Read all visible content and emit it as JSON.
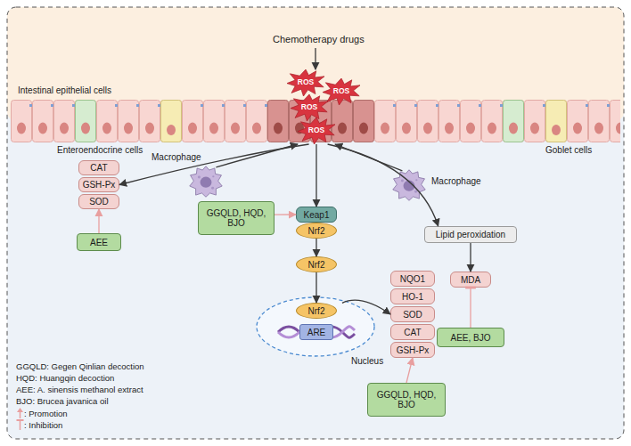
{
  "diagram": {
    "nodes": [
      {
        "text": [
          "ROS"
        ]
      },
      {
        "text": [
          "ROS"
        ]
      },
      {
        "text": [
          "ROS"
        ]
      },
      {
        "text": [
          "ROS"
        ]
      },
      {
        "text": [
          "Macrophage"
        ]
      },
      {
        "text": [
          "Macrophage"
        ]
      },
      {
        "text": [
          "CAT"
        ]
      },
      {
        "text": [
          "GSH-Px"
        ]
      },
      {
        "text": [
          "SOD"
        ]
      },
      {
        "text": [
          "AEE"
        ]
      },
      {
        "text": [
          "GGQLD, HQD, BJO"
        ]
      },
      {
        "text": [
          "Keap1"
        ]
      },
      {
        "text": [
          "Nrf2"
        ]
      },
      {
        "text": [
          "Lipid peroxidation"
        ]
      },
      {
        "text": [
          "MDA"
        ]
      },
      {
        "text": [
          "Nrf2"
        ]
      },
      {
        "text": [
          "AEE, BJO"
        ]
      },
      {
        "text": [
          "Nucleus"
        ]
      },
      {
        "text": [
          "Nrf2"
        ],
        "in": 17
      },
      {
        "text": [
          "ARE"
        ],
        "in": 17
      },
      {
        "text": [
          "NQO1"
        ]
      },
      {
        "text": [
          "HO-1"
        ]
      },
      {
        "text": [
          "SOD"
        ]
      },
      {
        "text": [
          "CAT"
        ]
      },
      {
        "text": [
          "GSH-Px"
        ]
      },
      {
        "text": [
          "GGQLD, HQD, BJO"
        ]
      }
    ],
    "edges": [
      {
        "from": 4,
        "to": 3,
        "arrow": "to"
      },
      {
        "from": 5,
        "to": 3,
        "arrow": "to"
      },
      {
        "from": 3,
        "to": 7,
        "arrow": "to"
      },
      {
        "from": 3,
        "to": 11,
        "arrow": "to"
      },
      {
        "from": 3,
        "to": 13,
        "arrow": "to"
      },
      {
        "from": 9,
        "to": 8,
        "arrow": "to"
      },
      {
        "from": 10,
        "to": 11,
        "arrow": "to"
      },
      {
        "from": 12,
        "to": 15,
        "arrow": "to"
      },
      {
        "from": 15,
        "to": 18,
        "arrow": "to"
      },
      {
        "from": 13,
        "to": 14,
        "arrow": "to"
      },
      {
        "from": 16,
        "to": 14,
        "arrow": "to"
      },
      {
        "from": 17,
        "to": 22,
        "arrow": "to"
      },
      {
        "from": 25,
        "to": 24,
        "arrow": "to"
      }
    ],
    "labels": [
      "Chemotherapy drugs",
      "Intestinal epithelial cells",
      "Enteroendocrine cells",
      "Goblet cells",
      "GGQLD: Gegen Qinlian decoction",
      "HQD: Huangqin decoction",
      "AEE: A. sinensis methanol extract",
      "BJO: Brucea javanica oil"
    ],
    "legend": [
      {
        "text": ": Promotion"
      },
      {
        "text": ": Inhibition"
      }
    ]
  }
}
